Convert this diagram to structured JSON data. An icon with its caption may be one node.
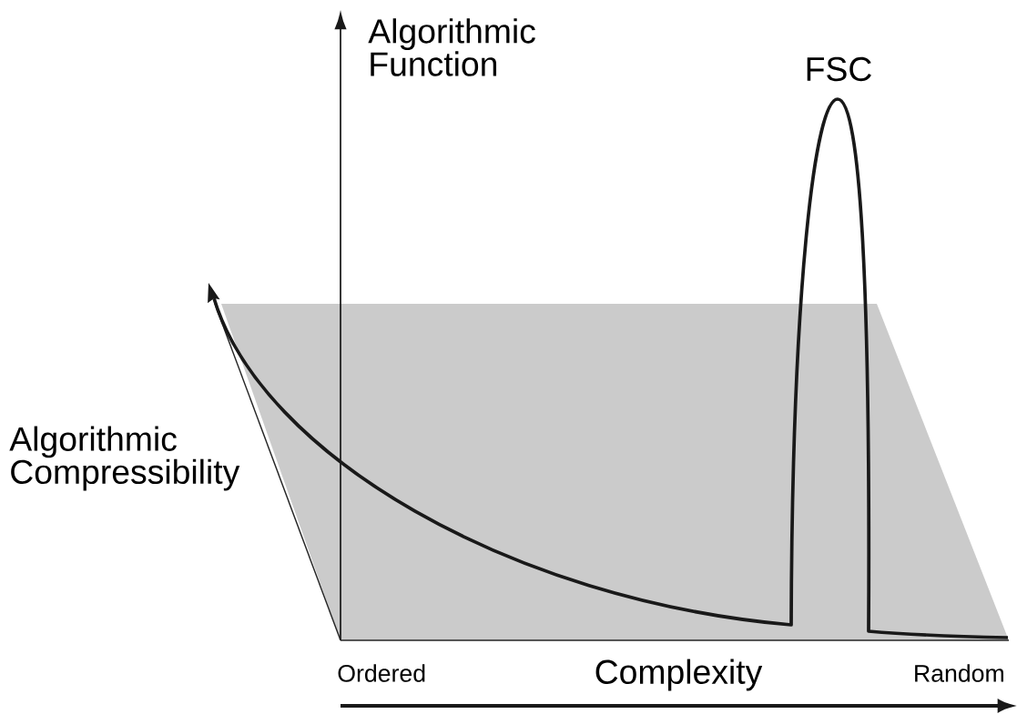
{
  "diagram": {
    "labels": [
      "Algorithmic Function",
      "FSC",
      "Algorithmic Compressibility",
      "Ordered",
      "Complexity",
      "Random"
    ]
  }
}
